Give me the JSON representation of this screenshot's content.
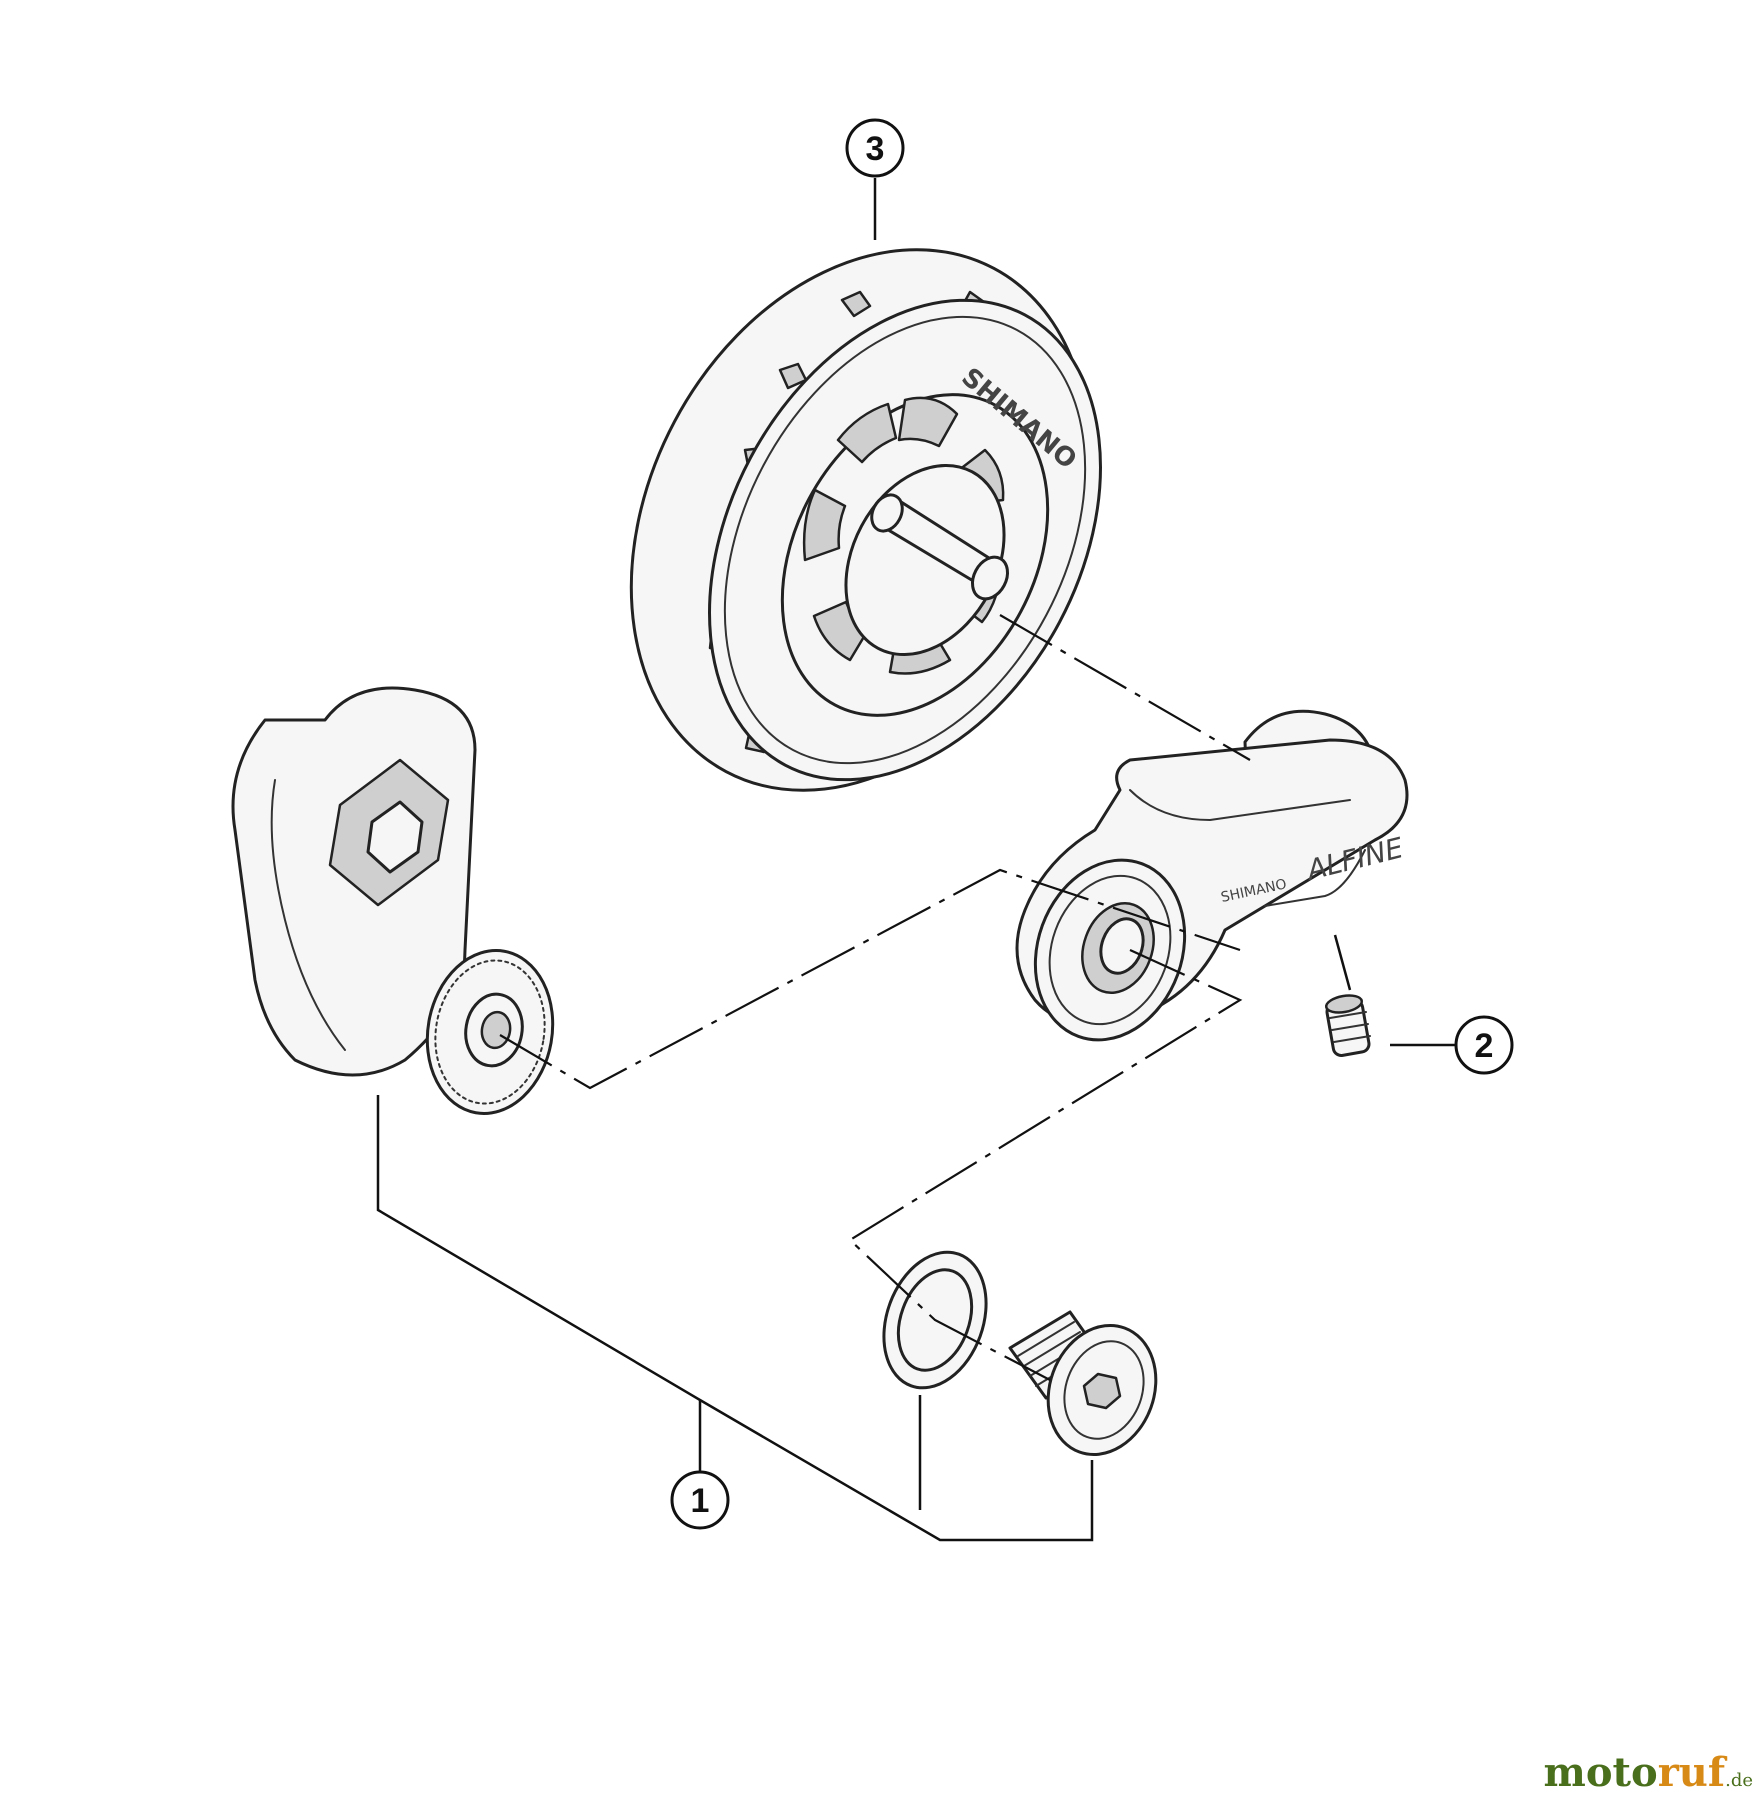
{
  "callouts": {
    "c1": "1",
    "c2": "2",
    "c3": "3"
  },
  "brand": {
    "pulley_logo": "SHIMANO",
    "arm_logo": "SHIMANO",
    "arm_model": "ALFINE"
  },
  "watermark": {
    "main_a": "moto",
    "main_b": "ruf",
    "tld": ".de"
  },
  "colors": {
    "line": "#1a1a1a",
    "watermark_green": "#4a6f1c",
    "watermark_orange": "#d88a17"
  }
}
